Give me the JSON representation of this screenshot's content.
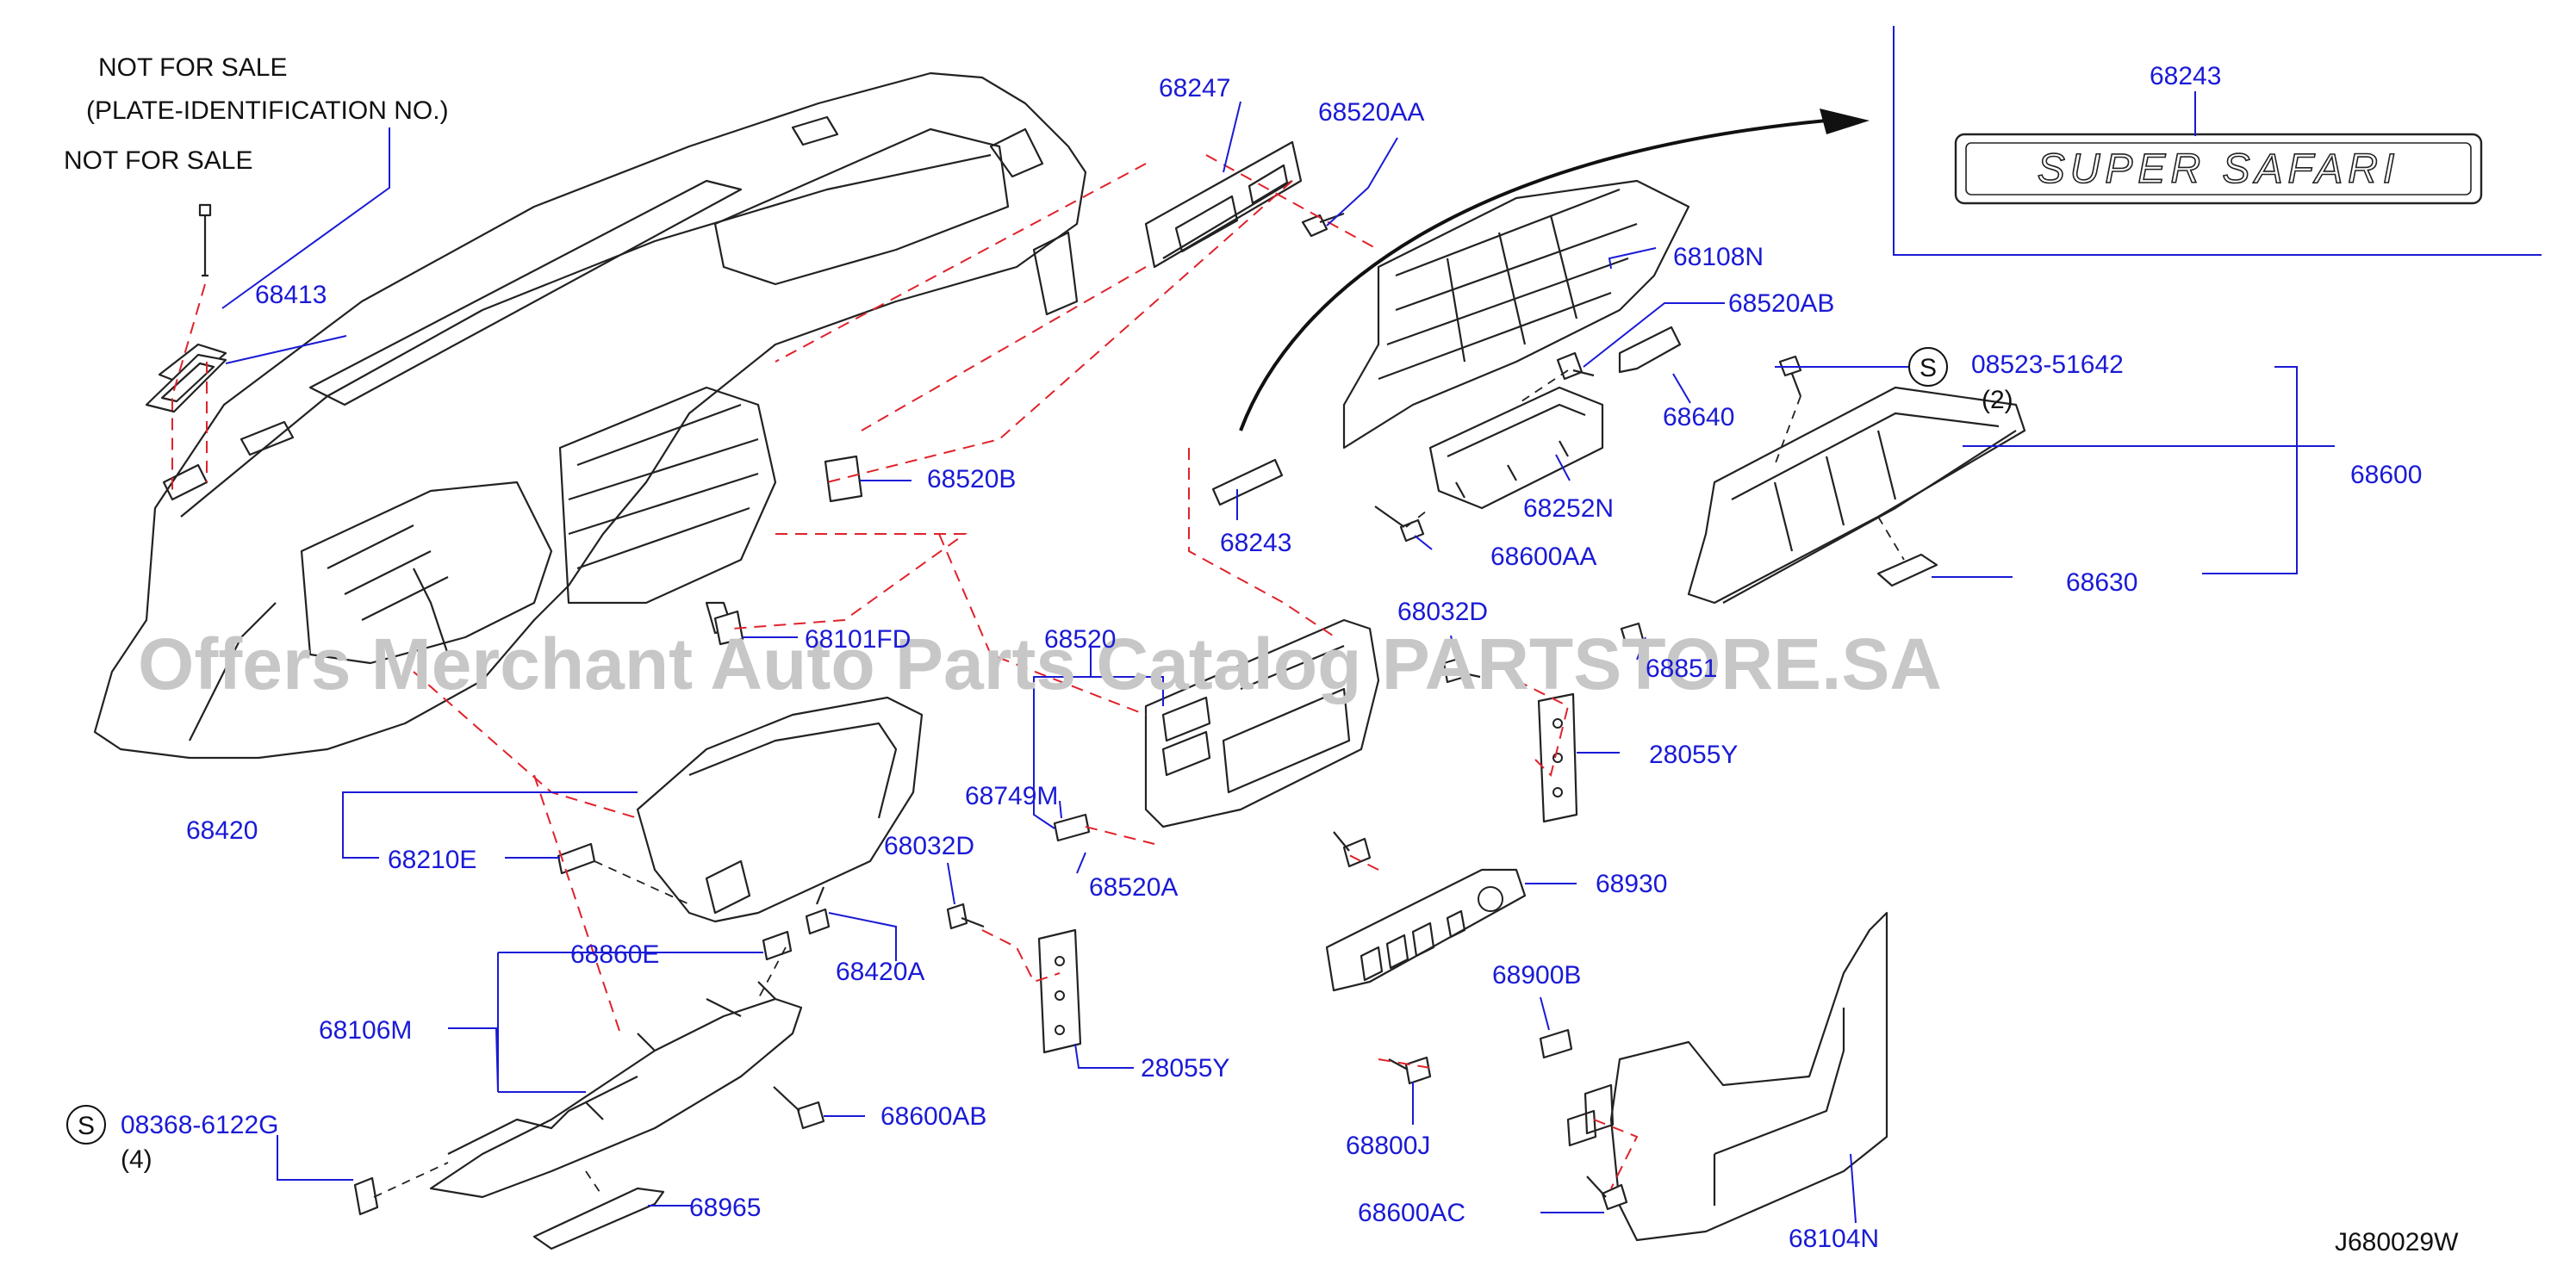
{
  "notes": {
    "not_for_sale_1": "NOT  FOR  SALE",
    "plate_identification": "(PLATE-IDENTIFICATION  NO.)",
    "not_for_sale_2": "NOT  FOR  SALE"
  },
  "emblem_text": "SUPER SAFARI",
  "diagram_code": "J680029W",
  "watermark": "Offers Merchant Auto Parts Catalog PARTSTORE.SA",
  "parts": {
    "p68247": "68247",
    "p68520AA": "68520AA",
    "p68243_inset": "68243",
    "p68413": "68413",
    "p68108N": "68108N",
    "p68520AB": "68520AB",
    "p08523": "08523-51642",
    "p08523_qty": "(2)",
    "p68640": "68640",
    "p68520B": "68520B",
    "p68600": "68600",
    "p68252N": "68252N",
    "p68243": "68243",
    "p68600AA": "68600AA",
    "p68630": "68630",
    "p68101": "68101FD",
    "p68520": "68520",
    "p68032D_a": "68032D",
    "p68851": "68851",
    "p28055Y_a": "28055Y",
    "p68420": "68420",
    "p68749M": "68749M",
    "p68210E": "68210E",
    "p68032D_b": "68032D",
    "p68520A": "68520A",
    "p68930": "68930",
    "p68860E": "68860E",
    "p68420A": "68420A",
    "p68900B": "68900B",
    "p68106M": "68106M",
    "p28055Y_b": "28055Y",
    "p08368": "08368-6122G",
    "p08368_qty": "(4)",
    "p68600AB": "68600AB",
    "p68800J": "68800J",
    "p68965": "68965",
    "p68600AC": "68600AC",
    "p68104N": "68104N"
  },
  "symbols": {
    "s1": "S",
    "s2": "S"
  },
  "colors": {
    "label": "#1a1ad6",
    "guide": "#e0222a",
    "outline": "#222222"
  }
}
